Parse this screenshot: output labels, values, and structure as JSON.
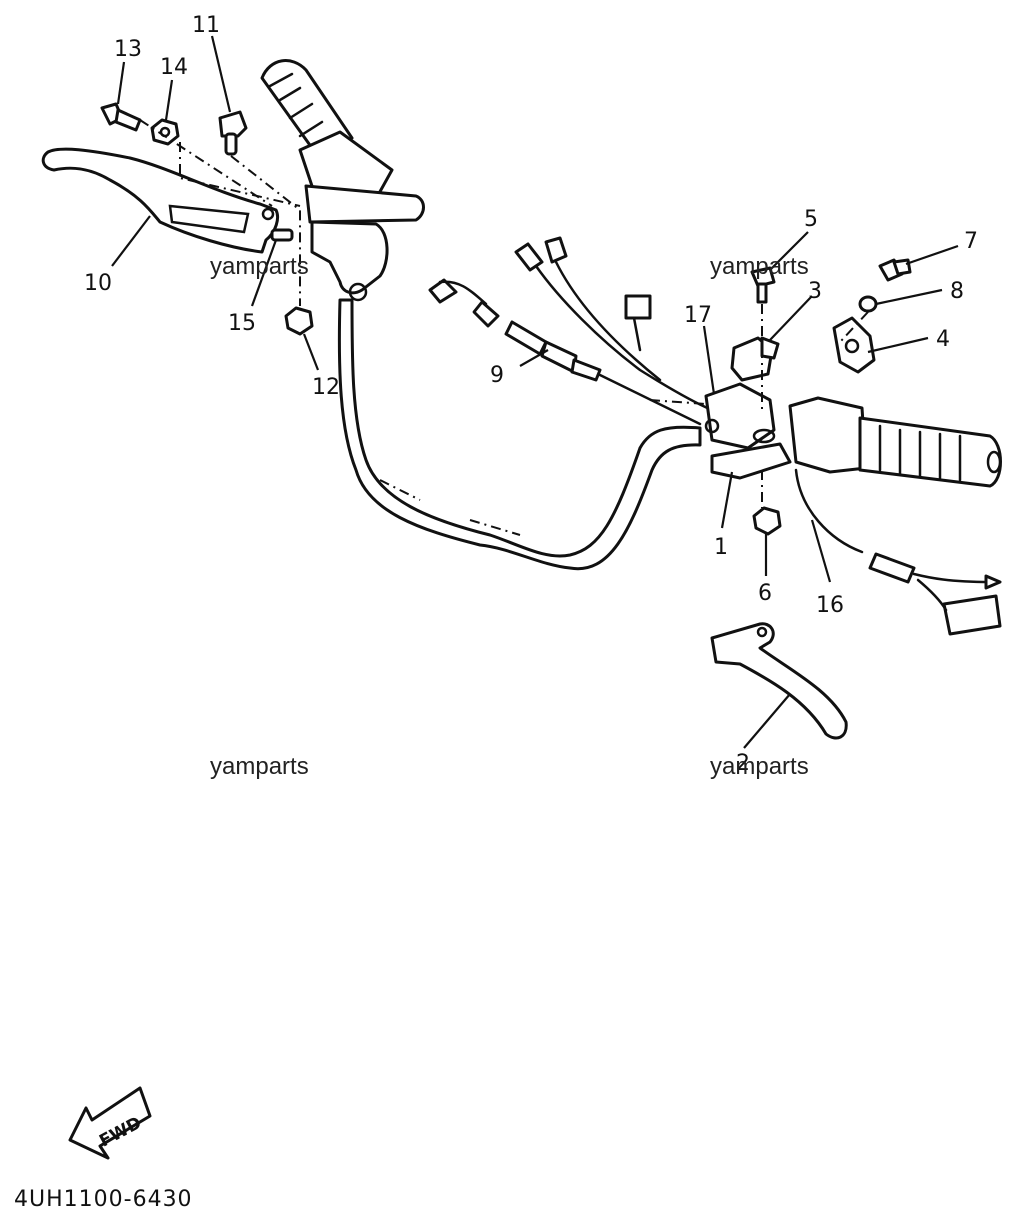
{
  "callouts": {
    "c1": "1",
    "c2": "2",
    "c3": "3",
    "c4": "4",
    "c5": "5",
    "c6": "6",
    "c7": "7",
    "c8": "8",
    "c9": "9",
    "c10": "10",
    "c11": "11",
    "c12": "12",
    "c13": "13",
    "c14": "14",
    "c15": "15",
    "c16": "16",
    "c17": "17"
  },
  "watermarks": [
    "yamparts",
    "yamparts",
    "yamparts",
    "yamparts"
  ],
  "fwd_label": "FWD",
  "diagram_code": "4UH1100-6430",
  "icons": {
    "fwd_arrow": "fwd-arrow-icon",
    "handlebar": "handlebar-icon"
  }
}
